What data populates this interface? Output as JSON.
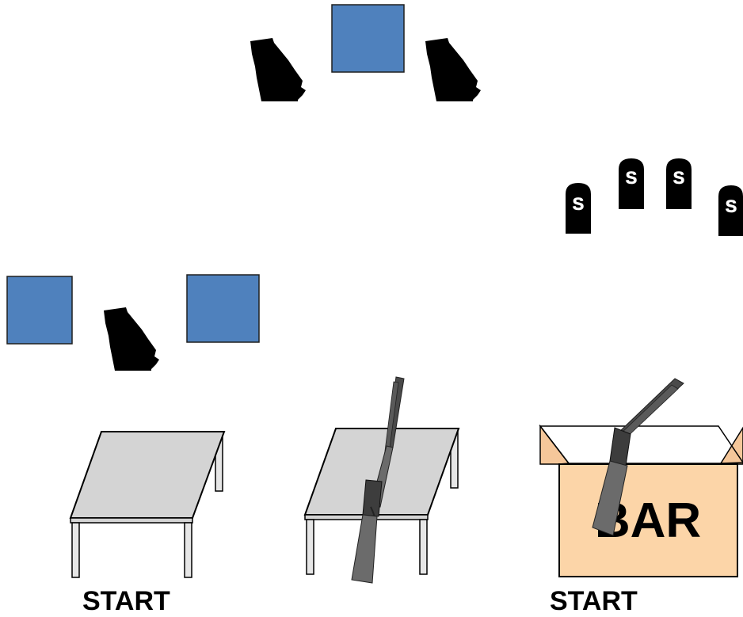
{
  "colors": {
    "blue_box": "#4f81bd",
    "blue_box_border": "#1f1f1f",
    "table_top": "#d4d4d4",
    "table_legs": "#e6e6e6",
    "bar_box": "#fcd5a8",
    "target": "#000000",
    "gun_metal": "#4a4a4a",
    "gun_stock": "#6b6b6b"
  },
  "stage": {
    "blue_boxes": [
      {
        "name": "blue-box-top"
      },
      {
        "name": "blue-box-left"
      },
      {
        "name": "blue-box-mid"
      }
    ],
    "georgia_targets": [
      {
        "name": "georgia-target-top-left"
      },
      {
        "name": "georgia-target-top-right"
      },
      {
        "name": "georgia-target-lower"
      }
    ],
    "steel_plates": {
      "marking": "S",
      "count": 4
    },
    "props": {
      "table_left": "table",
      "table_mid": "table-with-rifle",
      "bar_box": "bar-box-with-shotgun"
    },
    "bar_label": "BAR",
    "start_labels": [
      "START",
      "START"
    ]
  }
}
